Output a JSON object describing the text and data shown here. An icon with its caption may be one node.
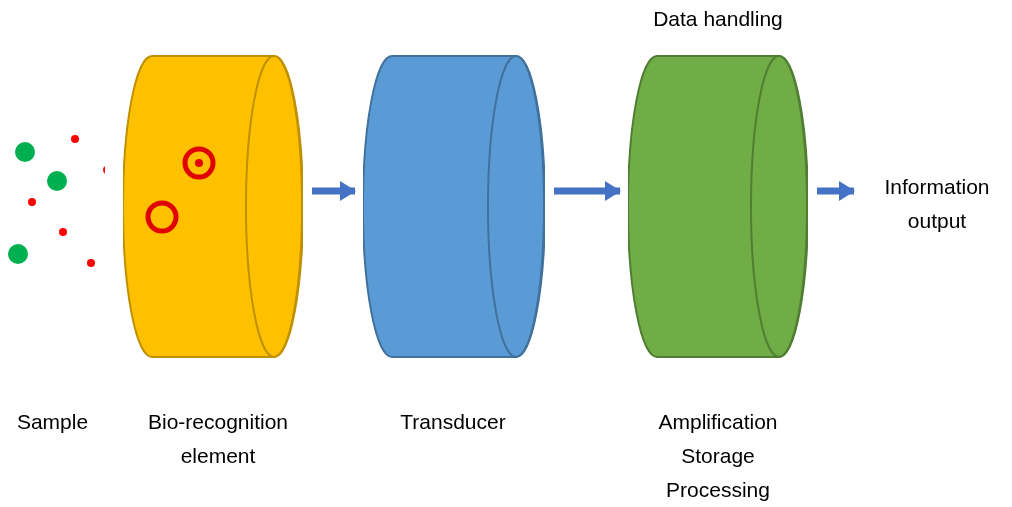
{
  "diagram": {
    "nodes": [
      {
        "text": [
          "Sample"
        ]
      },
      {
        "text": [
          "Bio-recognition element"
        ]
      },
      {
        "text": [
          "Transducer"
        ]
      },
      {
        "text": [
          "Data handling",
          "Amplification Storage Processing"
        ]
      },
      {
        "text": [
          "Information output"
        ]
      }
    ],
    "edges": [
      {
        "from": 1,
        "to": 2,
        "arrow": "to"
      },
      {
        "from": 2,
        "to": 3,
        "arrow": "to"
      },
      {
        "from": 3,
        "to": 4,
        "arrow": "to"
      }
    ]
  }
}
